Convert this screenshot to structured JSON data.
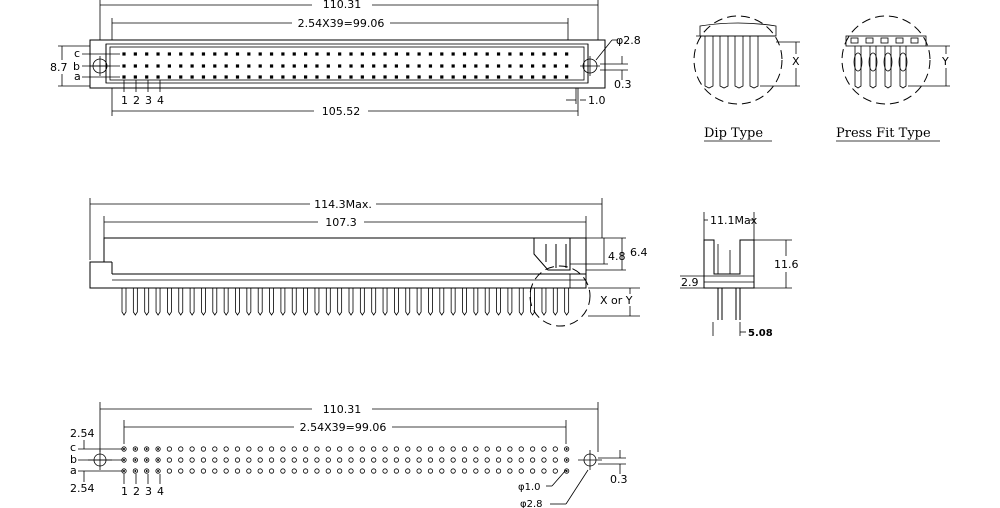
{
  "top_view": {
    "overall_width": "110.31",
    "pin_span": "2.54X39=99.06",
    "mount_span": "105.52",
    "height": "8.7",
    "row_labels": [
      "c",
      "b",
      "a"
    ],
    "pin_numbers": [
      "1",
      "2",
      "3",
      "4"
    ],
    "hole_dia": "φ2.8",
    "offset": "0.3",
    "edge": "1.0"
  },
  "details": {
    "dim_x": "X",
    "dim_y": "Y",
    "dip_label": "Dip Type",
    "press_fit_label": "Press Fit Type"
  },
  "side_view": {
    "max_length": "114.3Max.",
    "body_length": "107.3",
    "dim_48": "4.8",
    "dim_64": "6.4",
    "pin_length": "X or Y"
  },
  "end_view": {
    "width": "11.1Max",
    "height": "11.6",
    "offset": "2.9",
    "pitch": "5.08"
  },
  "footprint": {
    "overall_width": "110.31",
    "pin_span": "2.54X39=99.06",
    "row_pitch_top": "2.54",
    "row_pitch_bottom": "2.54",
    "row_labels": [
      "c",
      "b",
      "a"
    ],
    "pin_numbers": [
      "1",
      "2",
      "3",
      "4"
    ],
    "pin_hole": "φ1.0",
    "mount_hole": "φ2.8",
    "offset": "0.3"
  }
}
